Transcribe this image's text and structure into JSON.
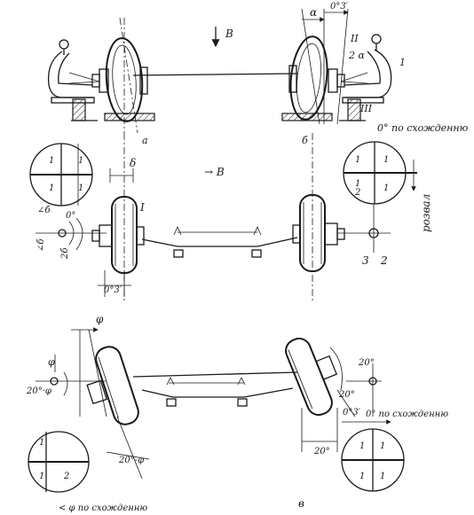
{
  "labels": {
    "direction_top": "В",
    "direction_mid": "→ В",
    "alpha": "α",
    "top_angle": "0°3′",
    "roman_two": "II",
    "two_alpha": "2 α",
    "one_top": "1",
    "roman_three": "III",
    "zero_toe_top": "0° по схожденню",
    "sub_a": "а",
    "sub_b": "б",
    "delta": "δ",
    "roman_one": "I",
    "lt_delta_a": "∠б",
    "zero_deg": "0°",
    "lt_delta_b": "∠б",
    "two_delta": "2б",
    "mid_angle": "0°3′",
    "camber": "розвал",
    "num_three": "3",
    "num_two": "2",
    "phi": "φ",
    "phi_left": "φ",
    "twenty_phi": "20°·φ",
    "twenty_minus_phi": "20°-φ",
    "twenty_right_a": "20°",
    "twenty_right_b": "20°",
    "twenty_right_c": "20°",
    "zero_three_bottom": "0°3′",
    "zero_toe_bottom": "0° по схожденню",
    "lt_phi_toe": "< φ по схожденню",
    "sub_v": "в"
  },
  "scales": {
    "tl": [
      "1",
      "1",
      "1",
      "1"
    ],
    "tr": [
      "1",
      "1",
      "1",
      "2",
      "1"
    ],
    "bl": [
      "1",
      "1",
      "2"
    ],
    "br": [
      "1",
      "1",
      "1",
      "1"
    ]
  }
}
